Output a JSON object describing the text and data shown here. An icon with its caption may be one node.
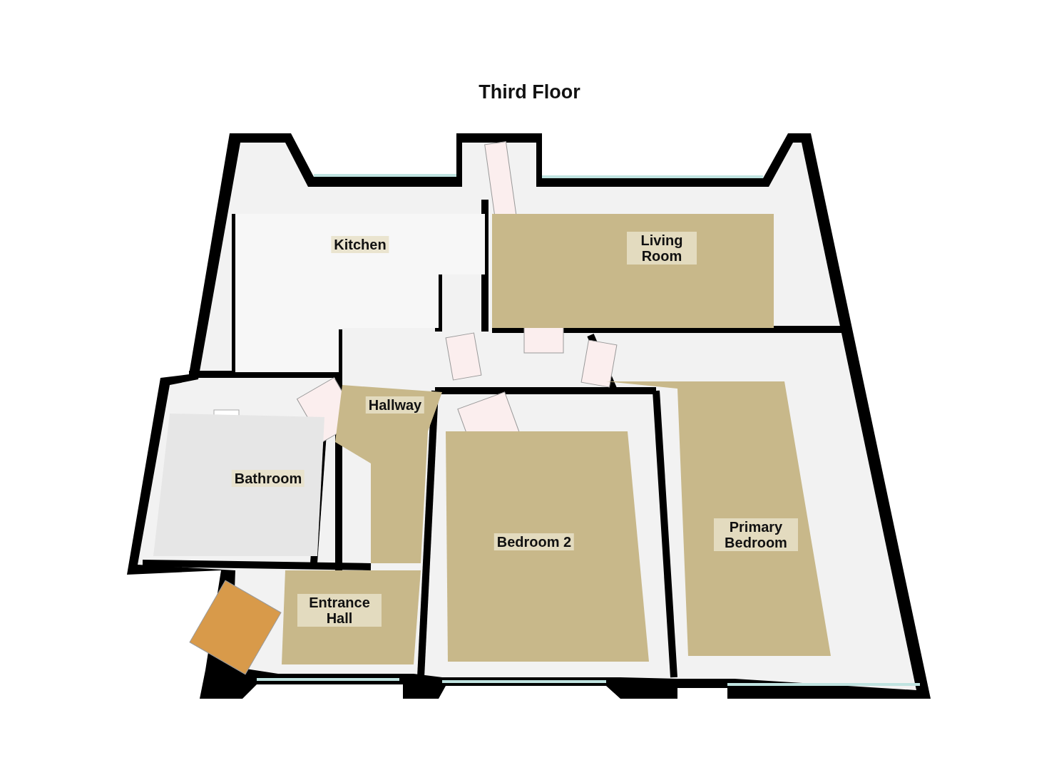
{
  "diagram": {
    "title": "Third Floor",
    "nodes": [
      {
        "text": [
          "Kitchen"
        ]
      },
      {
        "text": [
          "Living Room"
        ]
      },
      {
        "text": [
          "Hallway"
        ]
      },
      {
        "text": [
          "Bathroom"
        ]
      },
      {
        "text": [
          "Bedroom 2"
        ]
      },
      {
        "text": [
          "Primary Bedroom"
        ]
      },
      {
        "text": [
          "Entrance Hall"
        ]
      }
    ]
  }
}
